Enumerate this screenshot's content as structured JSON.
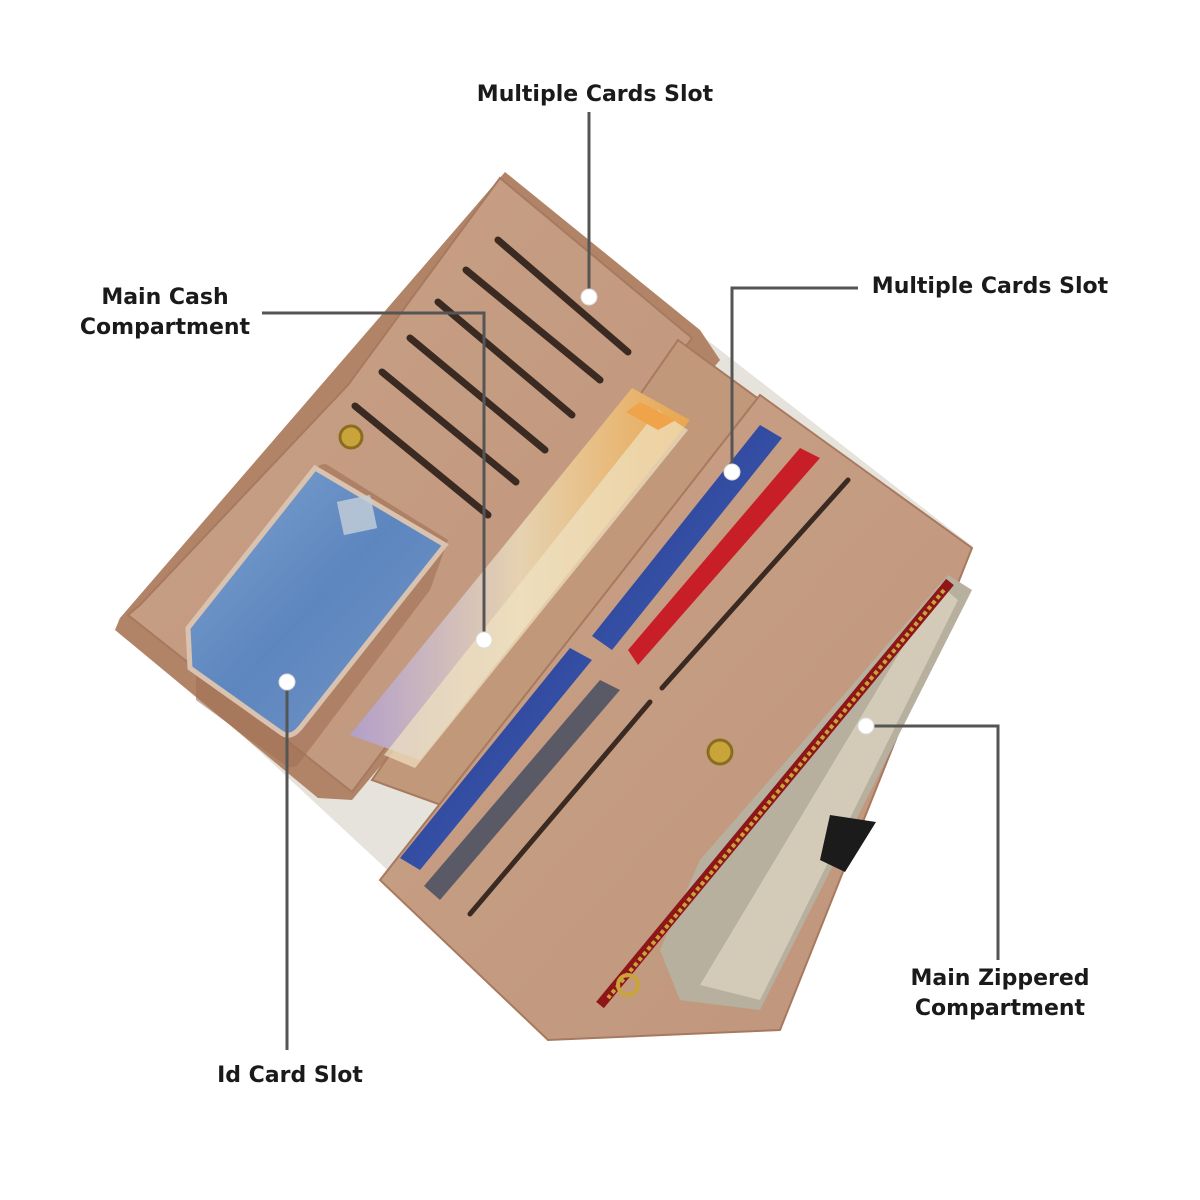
{
  "callouts": {
    "top_cards": {
      "line1": "Multiple Cards Slot"
    },
    "cash": {
      "line1": "Main Cash",
      "line2": "Compartment"
    },
    "right_cards": {
      "line1": "Multiple Cards Slot"
    },
    "zipper": {
      "line1": "Main Zippered",
      "line2": "Compartment"
    },
    "id_card": {
      "line1": "Id Card Slot"
    }
  },
  "colors": {
    "wallet_tan": "#c49a80",
    "wallet_edge": "#b18468",
    "slot_dark": "#3b2a22",
    "leader_line": "#555555",
    "zipper_red": "#8e1518",
    "zipper_gold": "#c9a43a",
    "card_blue": "#2d3f9a",
    "card_red": "#c81e28"
  }
}
